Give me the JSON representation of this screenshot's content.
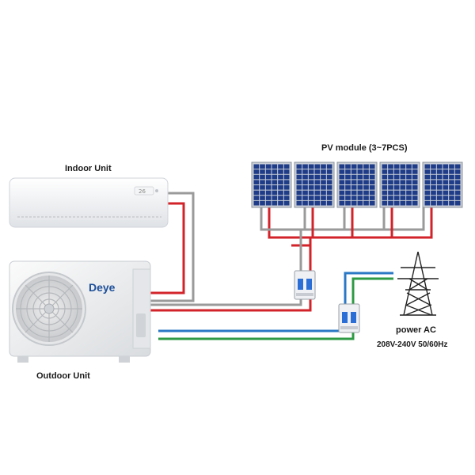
{
  "labels": {
    "indoor_unit": "Indoor Unit",
    "outdoor_unit": "Outdoor Unit",
    "pv_module": "PV module (3~7PCS)",
    "power_ac": "power AC",
    "power_spec": "208V-240V  50/60Hz"
  },
  "brand": {
    "logo_text": "Deye"
  },
  "colors": {
    "wire_red": "#d2232a",
    "wire_gray": "#9a9a9a",
    "wire_blue": "#2b78c5",
    "wire_green": "#2e9a46",
    "panel_cell": "#1f3c88",
    "panel_frame": "#c9ced6",
    "breaker_blue": "#2b6fd6"
  },
  "icons": [
    "solar-panel-icon",
    "circuit-breaker-icon",
    "transmission-tower-icon",
    "fan-icon"
  ]
}
